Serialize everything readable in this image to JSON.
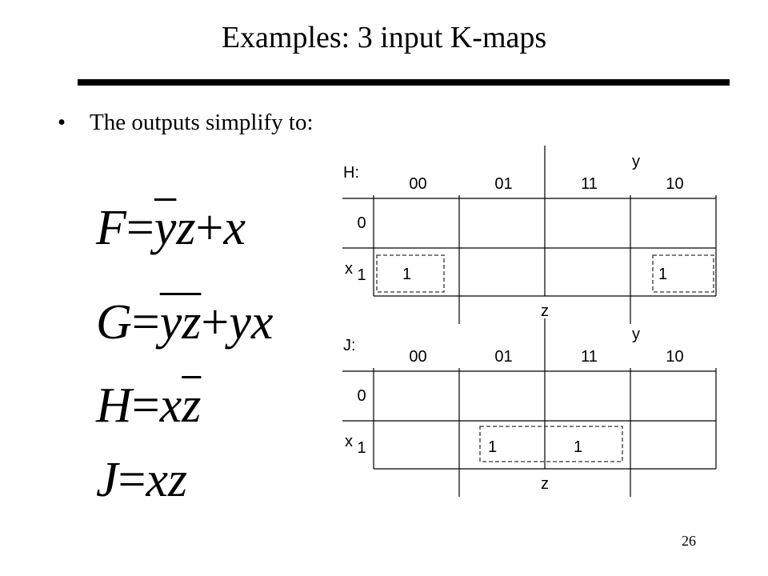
{
  "slide": {
    "title": "Examples: 3 input K-maps",
    "bullet": "The outputs simplify to:",
    "bullet_marker": "•",
    "page_number": "26"
  },
  "equations": [
    {
      "lhs": "F",
      "terms": [
        {
          "text": "yz",
          "overline": "y"
        },
        {
          "text": "x"
        }
      ],
      "display": "F = y̅z + x"
    },
    {
      "lhs": "G",
      "terms": [
        {
          "text": "yz",
          "overline": "yz"
        },
        {
          "text": "yx"
        }
      ],
      "display": "G = y̅z̅ + yx"
    },
    {
      "lhs": "H",
      "terms": [
        {
          "text": "xz",
          "overline": "z"
        }
      ],
      "display": "H = xz̅"
    },
    {
      "lhs": "J",
      "terms": [
        {
          "text": "xz"
        }
      ],
      "display": "J = xz"
    }
  ],
  "equation_parts": {
    "F": {
      "name": "F",
      "eq": "=",
      "bar1": "y",
      "t1": "z",
      "plus": "+",
      "t2": "x"
    },
    "G": {
      "name": "G",
      "eq": "=",
      "bar1": "yz",
      "plus": "+",
      "t2": "yx"
    },
    "H": {
      "name": "H",
      "eq": "=",
      "t1": "x",
      "bar1": "z"
    },
    "J": {
      "name": "J",
      "eq": "=",
      "t1": "xz"
    }
  },
  "kmaps": {
    "H": {
      "label": "H:",
      "var_y": "y",
      "var_x": "x",
      "var_z": "z",
      "col_headers": [
        "00",
        "01",
        "11",
        "10"
      ],
      "row_headers": [
        "0",
        "1"
      ],
      "cells": [
        [
          "",
          "",
          "",
          ""
        ],
        [
          "1",
          "",
          "",
          "1"
        ]
      ]
    },
    "J": {
      "label": "J:",
      "var_y": "y",
      "var_x": "x",
      "var_z": "z",
      "col_headers": [
        "00",
        "01",
        "11",
        "10"
      ],
      "row_headers": [
        "0",
        "1"
      ],
      "cells": [
        [
          "",
          "",
          "",
          ""
        ],
        [
          "",
          "1",
          "1",
          ""
        ]
      ]
    }
  }
}
